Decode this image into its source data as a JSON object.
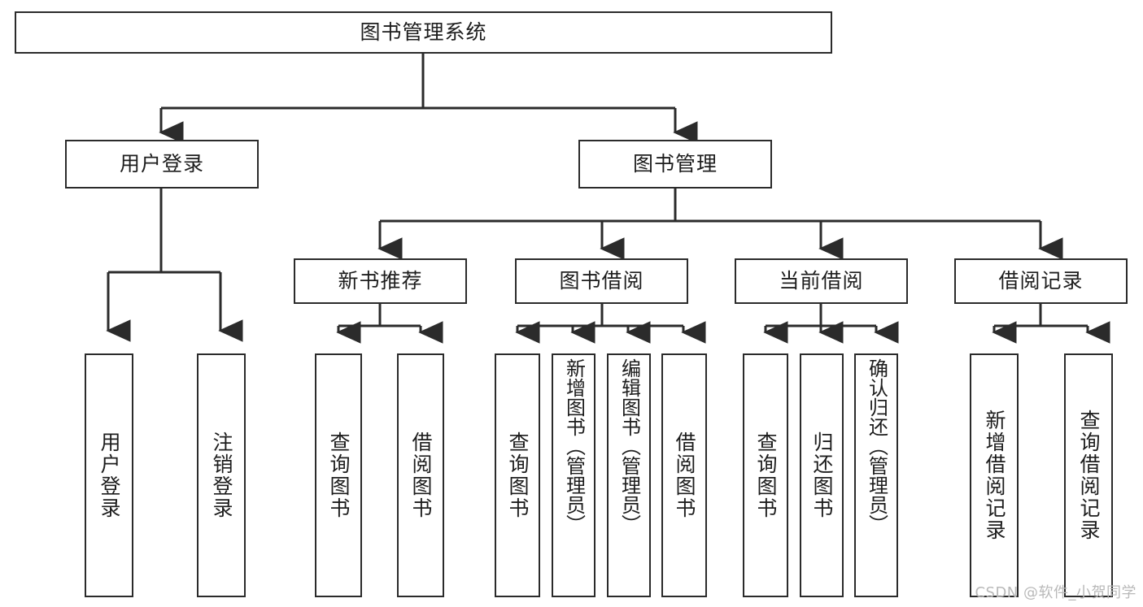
{
  "diagram": {
    "title": "图书管理系统",
    "root": {
      "label": "图书管理系统"
    },
    "level2": [
      {
        "label": "用户登录"
      },
      {
        "label": "图书管理"
      }
    ],
    "level3": [
      {
        "label": "新书推荐"
      },
      {
        "label": "图书借阅"
      },
      {
        "label": "当前借阅"
      },
      {
        "label": "借阅记录"
      }
    ],
    "leaves_user_login": [
      {
        "label": "用户登录"
      },
      {
        "label": "注销登录"
      }
    ],
    "leaves_new_book": [
      {
        "label": "查询图书"
      },
      {
        "label": "借阅图书"
      }
    ],
    "leaves_borrow": [
      {
        "label": "查询图书"
      },
      {
        "label": "新增图书（管理员）"
      },
      {
        "label": "编辑图书（管理员）"
      },
      {
        "label": "借阅图书"
      }
    ],
    "leaves_current": [
      {
        "label": "查询图书"
      },
      {
        "label": "归还图书"
      },
      {
        "label": "确认归还（管理员）"
      }
    ],
    "leaves_records": [
      {
        "label": "新增借阅记录"
      },
      {
        "label": "查询借阅记录"
      }
    ],
    "watermark": "CSDN @软件_小贺同学",
    "colors": {
      "stroke": "#2b2b2b",
      "background": "#ffffff",
      "text": "#1d1d1d",
      "watermark": "#b9b9b9"
    }
  }
}
